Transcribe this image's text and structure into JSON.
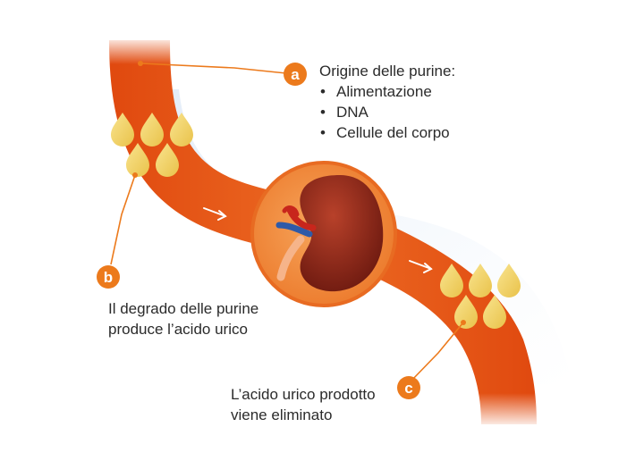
{
  "labels": {
    "a": {
      "marker": "a",
      "title": "Origine delle purine:",
      "items": [
        "Alimentazione",
        "DNA",
        "Cellule del corpo"
      ]
    },
    "b": {
      "marker": "b",
      "lines": [
        "Il degrado delle purine",
        "produce l’acido urico"
      ]
    },
    "c": {
      "marker": "c",
      "lines": [
        "L’acido urico prodotto",
        "viene eliminato"
      ]
    }
  },
  "colors": {
    "vessel": "#e55a1a",
    "vessel_dark": "#c9420e",
    "marker": "#ec7a1c",
    "drop": "#f2d36b",
    "kidney": "#8a2416",
    "shadow": "#dbe7f6"
  }
}
